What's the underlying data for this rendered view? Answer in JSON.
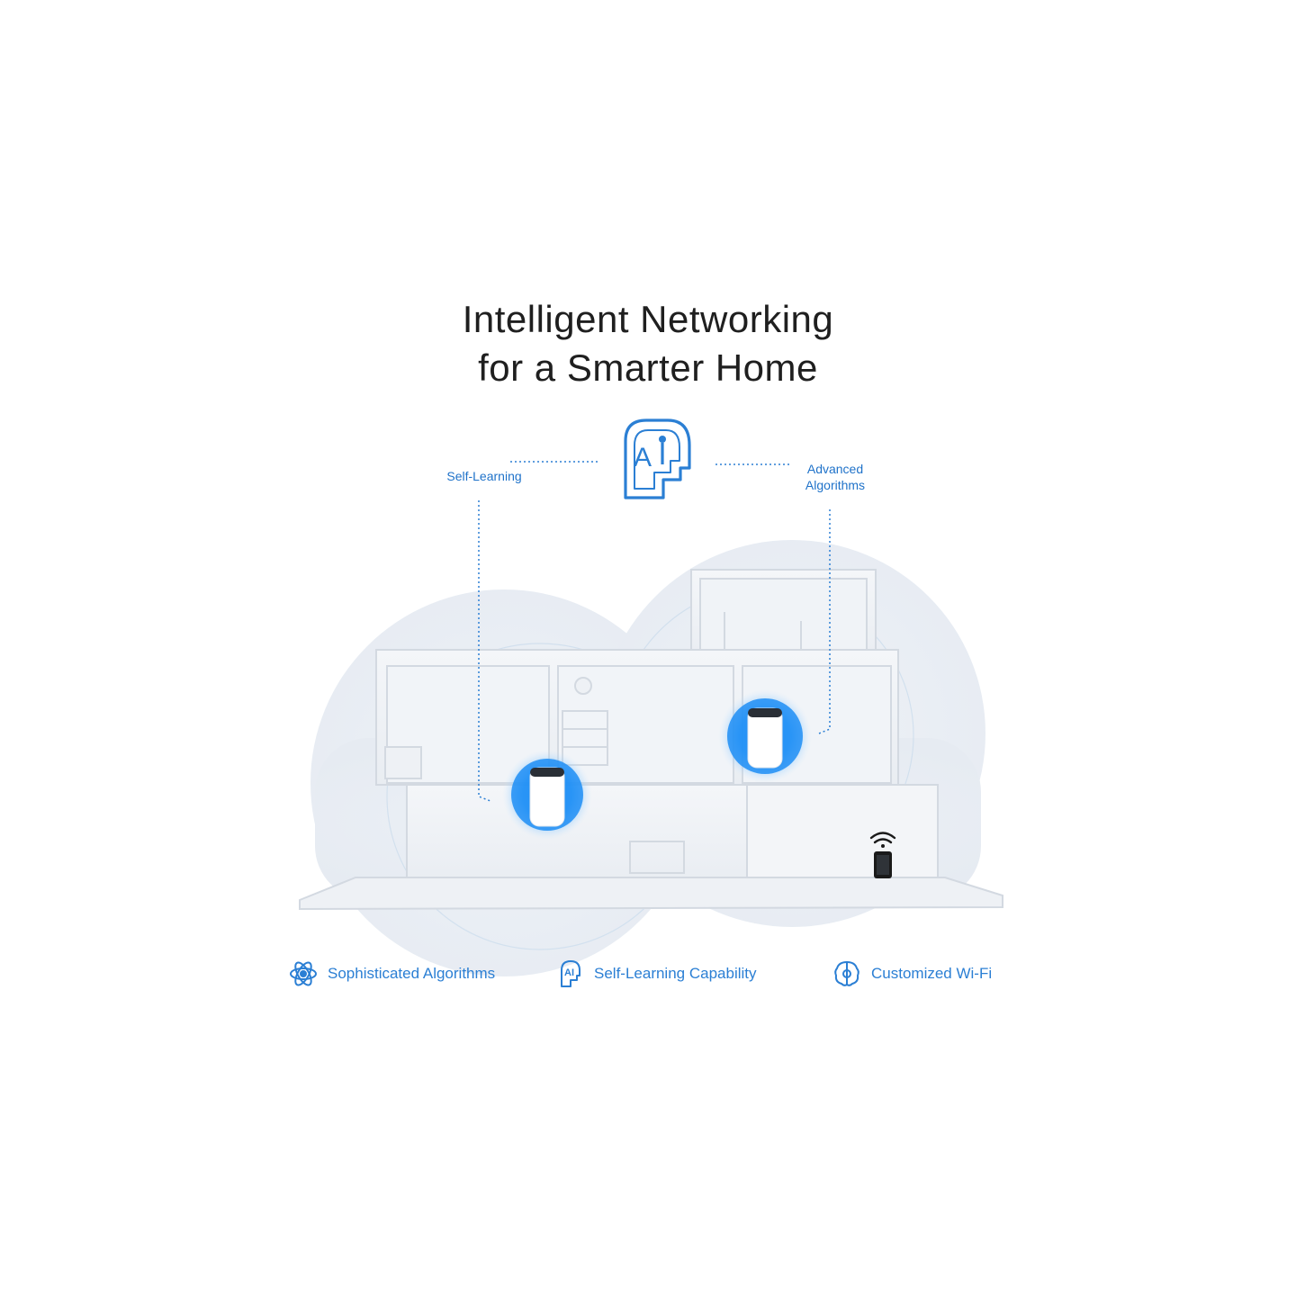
{
  "headline": {
    "line1": "Intelligent Networking",
    "line2": "for a Smarter Home"
  },
  "callouts": {
    "left": "Self-Learning",
    "right_line1": "Advanced",
    "right_line2": "Algorithms"
  },
  "features": [
    {
      "icon": "atom-icon",
      "label": "Sophisticated Algorithms"
    },
    {
      "icon": "ai-head-icon",
      "label": "Self-Learning Capability"
    },
    {
      "icon": "brain-gear-icon",
      "label": "Customized Wi-Fi"
    }
  ],
  "colors": {
    "accent": "#2b7fd4",
    "text": "#1f1f1f",
    "glow": "#1e90ff"
  }
}
